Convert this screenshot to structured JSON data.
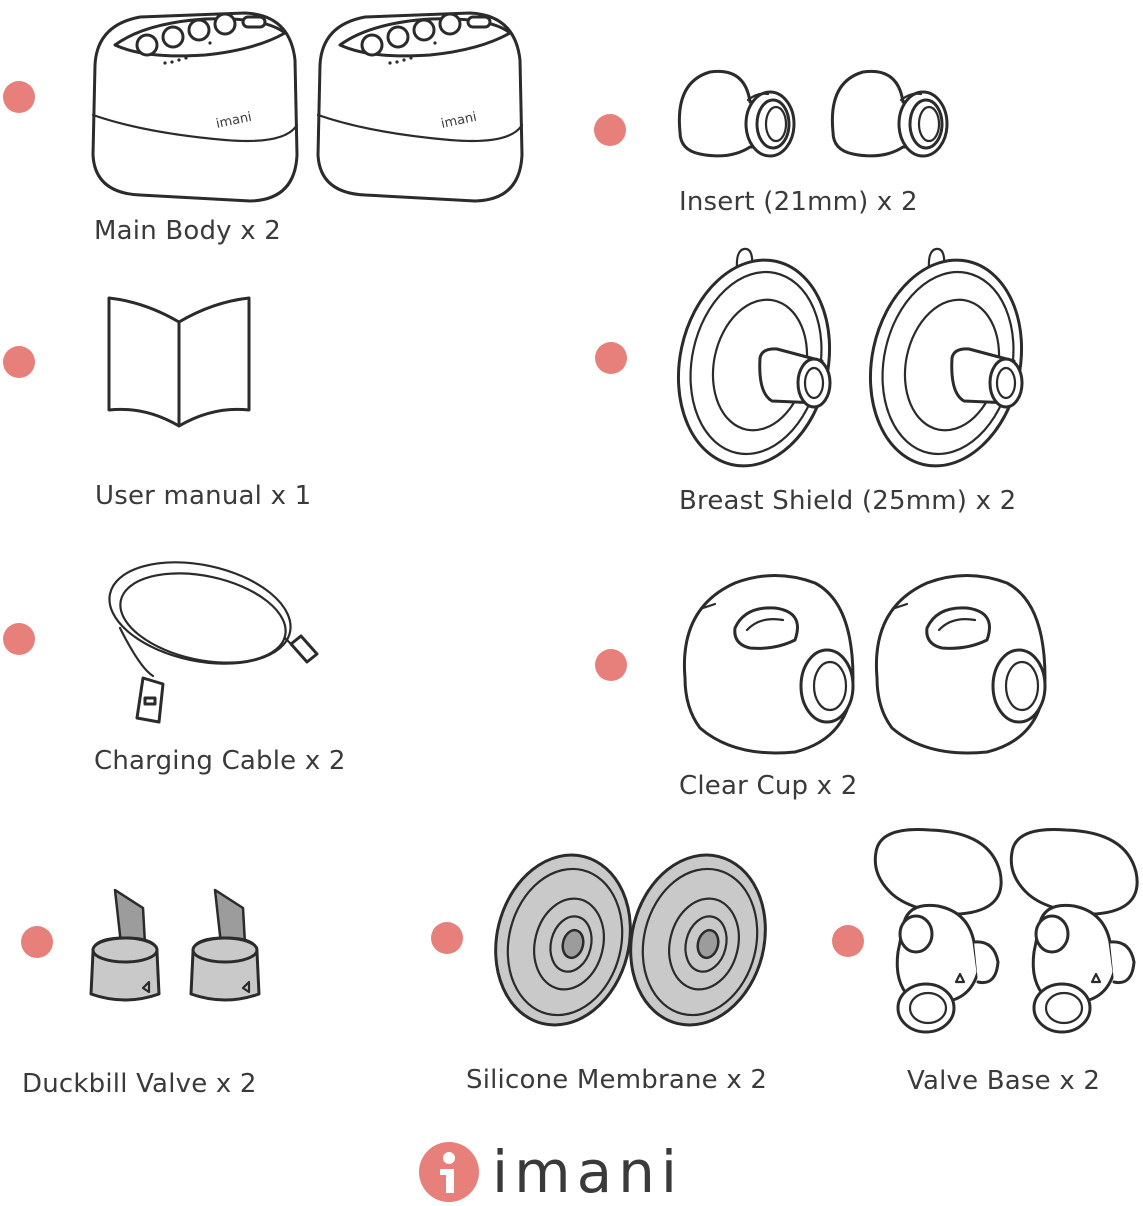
{
  "items": [
    {
      "label": "Main Body x 2",
      "icon": "main-body-icon"
    },
    {
      "label": "Insert (21mm) x 2",
      "icon": "insert-icon"
    },
    {
      "label": "User manual  x 1",
      "icon": "user-manual-icon"
    },
    {
      "label": "Breast Shield (25mm) x 2",
      "icon": "breast-shield-icon"
    },
    {
      "label": "Charging Cable x 2",
      "icon": "charging-cable-icon"
    },
    {
      "label": "Clear Cup x 2",
      "icon": "clear-cup-icon"
    },
    {
      "label": "Duckbill Valve x 2",
      "icon": "duckbill-valve-icon"
    },
    {
      "label": "Silicone Membrane x 2",
      "icon": "silicone-membrane-icon"
    },
    {
      "label": "Valve Base x 2",
      "icon": "valve-base-icon"
    }
  ],
  "device_brand": "imani",
  "brand": {
    "wordmark": "imani",
    "accent_color": "#e77f7b"
  }
}
